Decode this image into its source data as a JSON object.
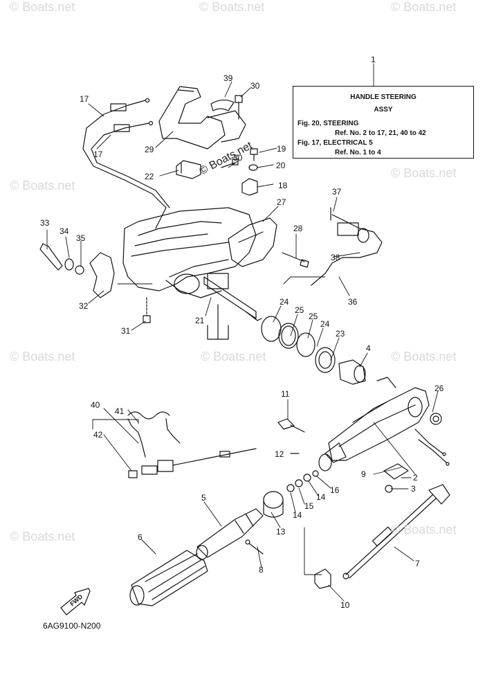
{
  "watermark": "© Boats.net",
  "center_watermark": "© Boats.net",
  "ref_box": {
    "callout": "1",
    "title_line1": "HANDLE  STEERING",
    "title_line2": "ASSY",
    "line1": "Fig. 20, STEERING",
    "line2": "Ref. No. 2 to 17, 21, 40 to 42",
    "line3": "Fig. 17, ELECTRICAL 5",
    "line4": "Ref. No. 1 to 4"
  },
  "callouts": [
    "1",
    "2",
    "3",
    "4",
    "5",
    "6",
    "7",
    "8",
    "9",
    "10",
    "11",
    "12",
    "13",
    "14",
    "14",
    "15",
    "16",
    "17",
    "17",
    "18",
    "19",
    "20",
    "21",
    "22",
    "23",
    "24",
    "24",
    "25",
    "25",
    "26",
    "27",
    "28",
    "29",
    "30",
    "30",
    "31",
    "32",
    "33",
    "34",
    "35",
    "36",
    "37",
    "38",
    "39",
    "40",
    "41",
    "42"
  ],
  "fwd_label": "FWD",
  "diagram_code": "6AG9100-N200"
}
